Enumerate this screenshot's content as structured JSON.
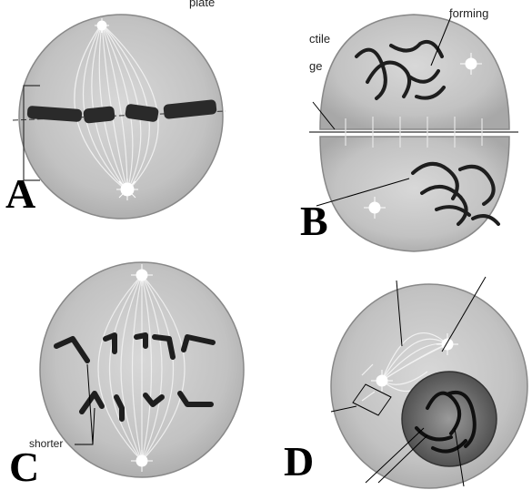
{
  "panels": {
    "a": {
      "letter": "A"
    },
    "b": {
      "letter": "B"
    },
    "c": {
      "letter": "C"
    },
    "d": {
      "letter": "D"
    }
  },
  "labels": {
    "plate": "plate",
    "forming": "forming",
    "ctile": "ctile",
    "ge": "ge",
    "shorter": "shorter"
  }
}
